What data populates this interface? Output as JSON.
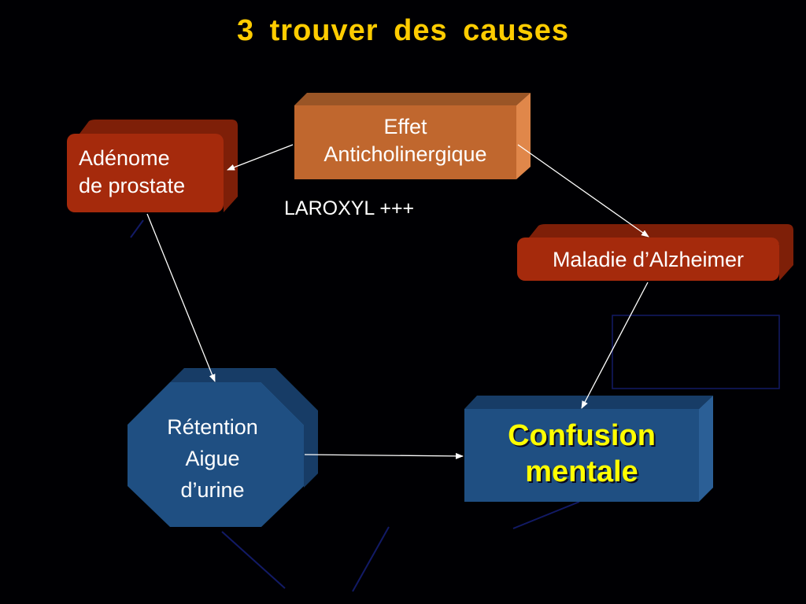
{
  "slide": {
    "title": "3  trouver  des causes"
  },
  "nodes": {
    "effet": {
      "line1": "Effet",
      "line2": "Anticholinergique"
    },
    "adenome": {
      "line1": "Adénome",
      "line2": "de prostate"
    },
    "alzheimer": {
      "label": "Maladie d’Alzheimer"
    },
    "retention": {
      "line1": "Rétention",
      "line2": "Aigue",
      "line3": "d’urine"
    },
    "confusion": {
      "line1": "Confusion",
      "line2": "mentale"
    }
  },
  "annotation": {
    "laroxyl": "LAROXYL +++"
  },
  "colors": {
    "background": "#000003",
    "title": "#ffcc00",
    "effet_box": "#c0672e",
    "red_box": "#a52a0c",
    "blue_box": "#1f4f82",
    "confusion_text": "#ffff00"
  }
}
